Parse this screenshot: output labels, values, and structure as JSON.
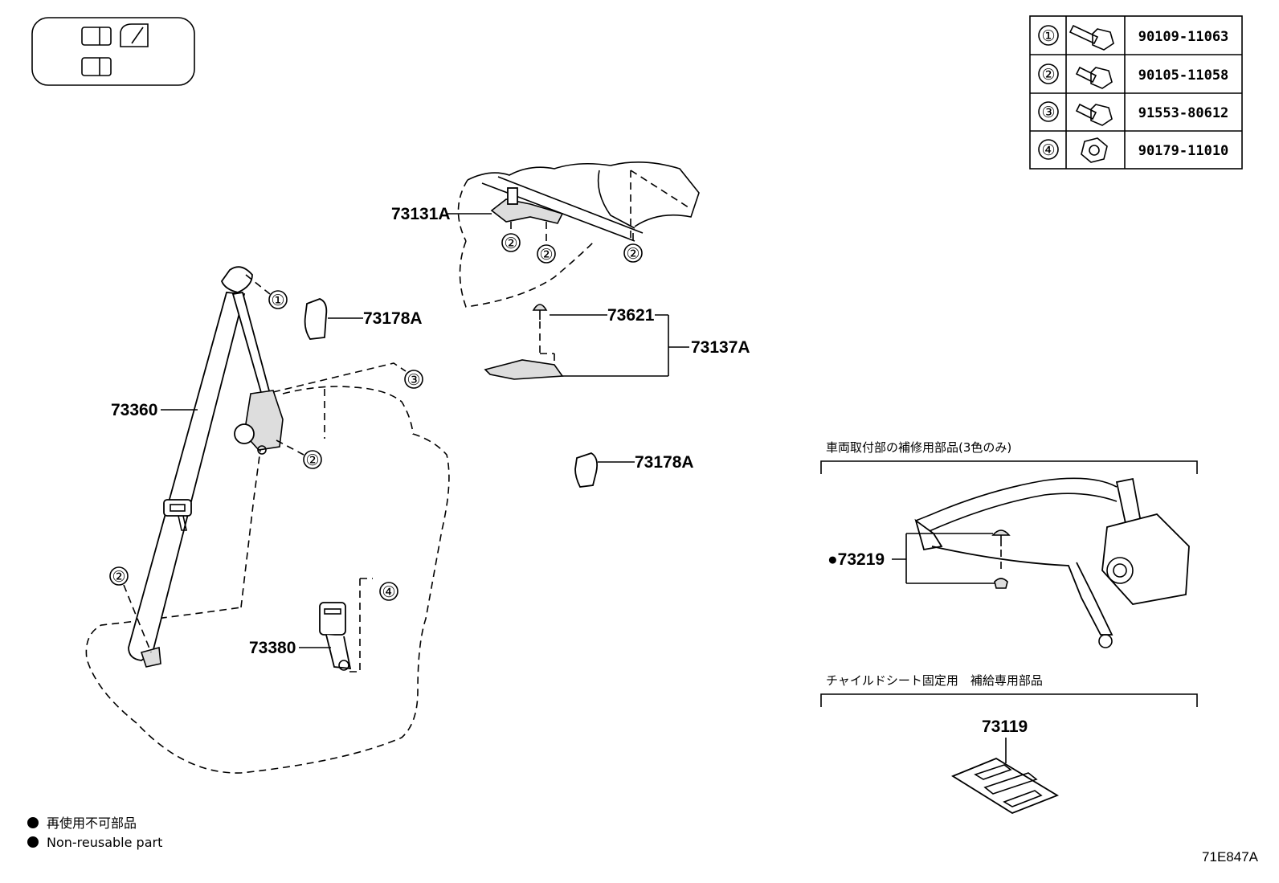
{
  "fastener_table": [
    {
      "ref": "①",
      "icon": "long-flange-bolt-icon",
      "part_number": "90109-11063"
    },
    {
      "ref": "②",
      "icon": "flange-bolt-icon",
      "part_number": "90105-11058"
    },
    {
      "ref": "③",
      "icon": "flange-bolt-icon",
      "part_number": "91553-80612"
    },
    {
      "ref": "④",
      "icon": "flange-nut-icon",
      "part_number": "90179-11010"
    }
  ],
  "refs": {
    "r1": "①",
    "r2": "②",
    "r3": "③",
    "r4": "④"
  },
  "parts": {
    "p73131A": "73131A",
    "p73178A_upper": "73178A",
    "p73621": "73621",
    "p73137A": "73137A",
    "p73360": "73360",
    "p73178A_lower": "73178A",
    "p73380": "73380",
    "p73219": "●73219",
    "p73119": "73119"
  },
  "sections": {
    "repair_parts": "車両取付部の補修用部品(3色のみ)",
    "child_seat": "チャイルドシート固定用　補給専用部品"
  },
  "legend": {
    "jp": "再使用不可部品",
    "en": "Non-reusable part"
  },
  "diagram_id": "71E847A"
}
